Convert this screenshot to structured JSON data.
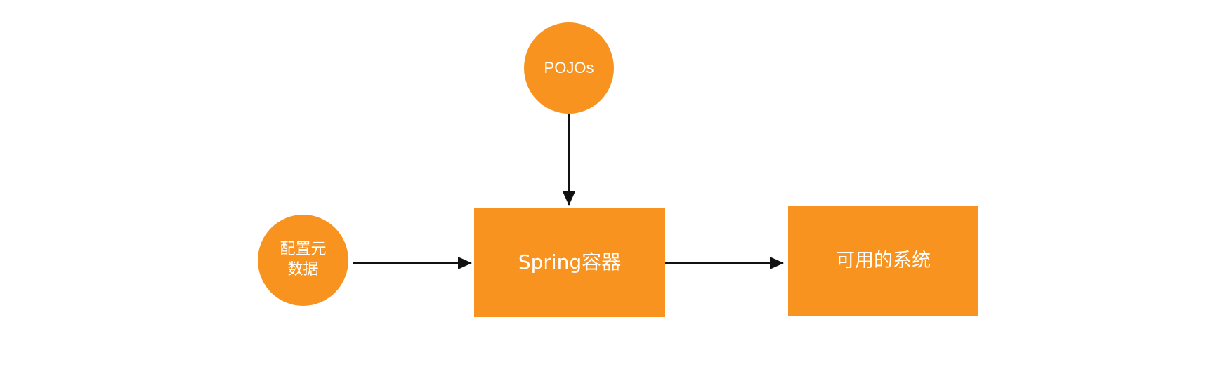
{
  "diagram": {
    "nodes": {
      "pojos": {
        "label": "POJOs"
      },
      "metadata": {
        "label": "配置元\n数据"
      },
      "container": {
        "label": "Spring容器"
      },
      "system": {
        "label": "可用的系统"
      }
    },
    "edges": [
      {
        "from": "pojos",
        "to": "container"
      },
      {
        "from": "metadata",
        "to": "container"
      },
      {
        "from": "container",
        "to": "system"
      }
    ],
    "colors": {
      "node_fill": "#F7931E",
      "node_text": "#FFFFFF",
      "arrow": "#111111"
    }
  }
}
